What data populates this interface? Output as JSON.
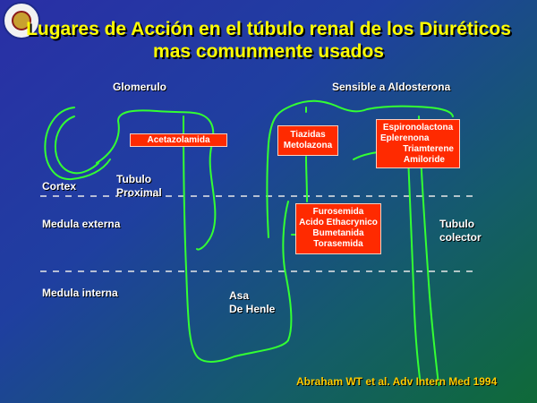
{
  "title": {
    "line1": "Lugares de Acción en el túbulo renal de los Diuréticos",
    "line2": "mas comunmente usados"
  },
  "labels": {
    "glomerulo": "Glomerulo",
    "sensible": "Sensible a Aldosterona",
    "cortex": "Cortex",
    "tubulo_proximal_1": "Tubulo",
    "tubulo_proximal_2": "Proximal",
    "medula_externa": "Medula externa",
    "medula_interna": "Medula interna",
    "asa_1": "Asa",
    "asa_2": "De Henle",
    "tubulo_colector_1": "Tubulo",
    "tubulo_colector_2": "colector"
  },
  "drugs": {
    "proximal": [
      "Acetazolamida"
    ],
    "distal": [
      "Tiazidas",
      "Metolazona"
    ],
    "henle": [
      "Furosemida",
      "Acido Ethacrynico",
      "Bumetanida",
      "Torasemida"
    ],
    "collecting": [
      "Espironolactona",
      "Eplerenona",
      "Triamterene",
      "Amiloride"
    ]
  },
  "citation": "Abraham WT et al. Adv Intern Med 1994",
  "colors": {
    "tubule": "#33ff33",
    "drug_box": "#ff2a00",
    "title": "#ffff00",
    "citation": "#ffcc00"
  }
}
